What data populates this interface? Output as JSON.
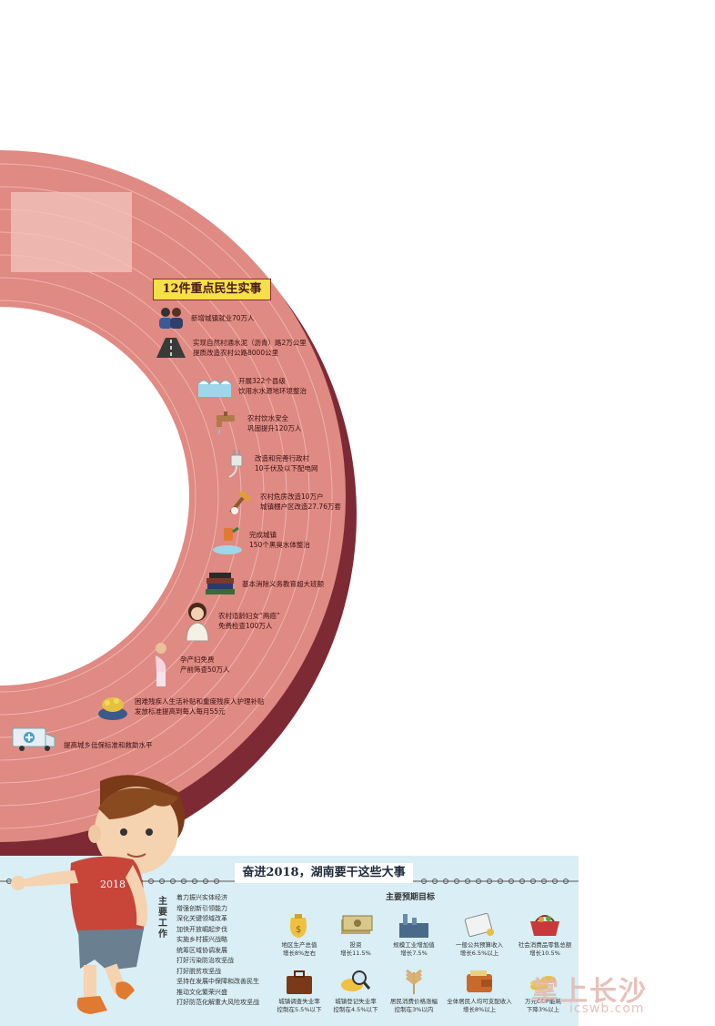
{
  "ring": {
    "title": "12件重点民生实事",
    "colors": {
      "outer": "#7e2a35",
      "face": "#df8a83",
      "inner": "#ffffff",
      "banner": "#f6e04a"
    },
    "items": [
      {
        "icon": "people-icon",
        "lines": [
          "新增城镇就业70万人"
        ]
      },
      {
        "icon": "road-icon",
        "lines": [
          "实现自然村通水泥（沥青）路2万公里",
          "提质改造农村公路8000公里"
        ]
      },
      {
        "icon": "water-icon",
        "lines": [
          "开展322个县级",
          "饮用水水源地环境整治"
        ]
      },
      {
        "icon": "faucet-icon",
        "lines": [
          "农村饮水安全",
          "巩固提升120万人"
        ]
      },
      {
        "icon": "plug-icon",
        "lines": [
          "改造和完善行政村",
          "10千伏及以下配电网"
        ]
      },
      {
        "icon": "tools-icon",
        "lines": [
          "农村危房改造10万户",
          "城镇棚户区改造27.76万套"
        ]
      },
      {
        "icon": "watering-icon",
        "lines": [
          "完成城镇",
          "150个黑臭水体整治"
        ]
      },
      {
        "icon": "books-icon",
        "lines": [
          "基本消除义务教育超大班额"
        ]
      },
      {
        "icon": "woman-icon",
        "lines": [
          "农村适龄妇女“两癌”",
          "免费检查100万人"
        ]
      },
      {
        "icon": "pregnant-icon",
        "lines": [
          "孕产妇免费",
          "产前筛查50万人"
        ]
      },
      {
        "icon": "coins-icon",
        "lines": [
          "困难残疾人生活补贴和重度残疾人护理补贴",
          "发放标准提高到每人每月55元"
        ]
      },
      {
        "icon": "ambulance-icon",
        "lines": [
          "提高城乡低保标准和救助水平"
        ]
      }
    ]
  },
  "bottom": {
    "title": "奋进2018，湖南要干这些大事",
    "shirt_text": "2018",
    "main_work_label": "主要工作",
    "main_work": [
      "着力振兴实体经济",
      "增强创新引领能力",
      "深化关键领域改革",
      "加快开放崛起步伐",
      "实施乡村振兴战略",
      "统筹区域协调发展",
      "打好污染防治攻坚战",
      "打好脱贫攻坚战",
      "坚持在发展中保障和改善民生",
      "推动文化繁荣兴盛",
      "打好防范化解重大风险攻坚战"
    ],
    "goals_title": "主要预期目标",
    "goals": [
      {
        "icon": "money-bags-icon",
        "label": "地区生产总值",
        "value": "增长8%左右"
      },
      {
        "icon": "cash-icon",
        "label": "投资",
        "value": "增长11.5%"
      },
      {
        "icon": "factory-icon",
        "label": "规模工业增加值",
        "value": "增长7.5%"
      },
      {
        "icon": "calculator-icon",
        "label": "一般公共预算收入",
        "value": "增长6.5%以上"
      },
      {
        "icon": "basket-icon",
        "label": "社会消费品零售总额",
        "value": "增长10.5%"
      },
      {
        "icon": "briefcase-icon",
        "label": "城镇调查失业率",
        "value": "控制在5.5%以下"
      },
      {
        "icon": "magnifier-icon",
        "label": "城镇登记失业率",
        "value": "控制在4.5%以下"
      },
      {
        "icon": "grain-icon",
        "label": "居民消费价格涨幅",
        "value": "控制在3%以内"
      },
      {
        "icon": "wallet-icon",
        "label": "全体居民人均可支配收入",
        "value": "增长8%以上"
      },
      {
        "icon": "coins-icon",
        "label": "万元GDP能耗",
        "value": "下降3%以上"
      }
    ]
  },
  "watermark": {
    "text": "掌上长沙",
    "url": "icswb.com"
  }
}
